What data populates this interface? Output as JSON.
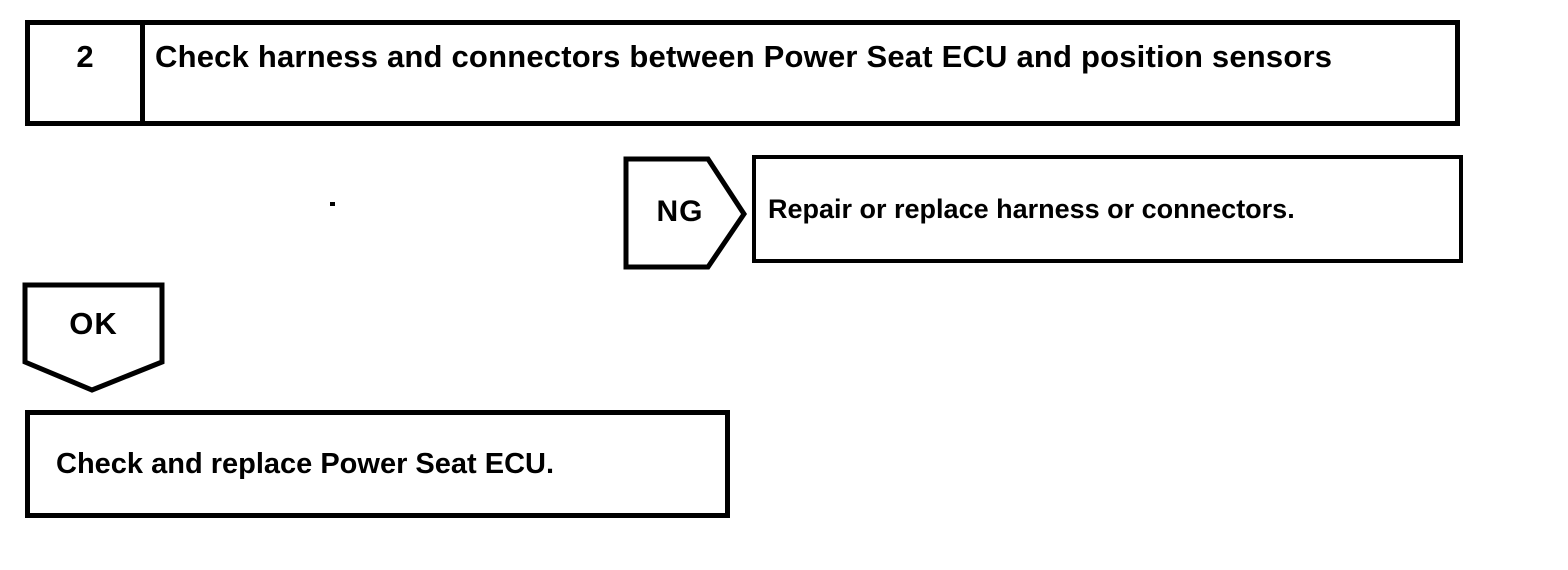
{
  "page": {
    "background_color": "#ffffff",
    "ink_color": "#000000"
  },
  "flowchart": {
    "step": {
      "number": "2",
      "title": "Check harness and connectors between Power Seat ECU and position sensors"
    },
    "ng_branch": {
      "label": "NG",
      "action": "Repair or replace harness or connectors."
    },
    "ok_branch": {
      "label": "OK",
      "action": "Check and replace Power Seat ECU."
    }
  }
}
